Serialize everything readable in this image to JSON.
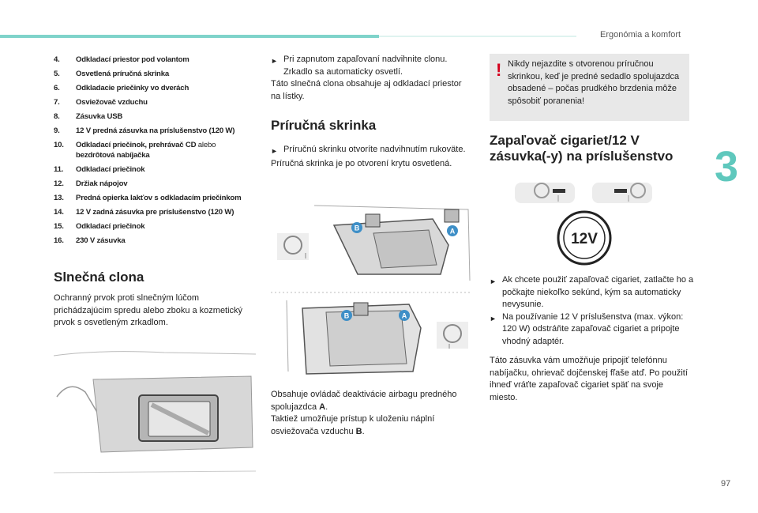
{
  "header": {
    "section_title": "Ergonómia a komfort",
    "chapter_number": "3",
    "page_number": "97"
  },
  "features_list": [
    {
      "num": "4.",
      "text": "Odkladací priestor pod volantom"
    },
    {
      "num": "5.",
      "text": "Osvetlená príručná skrinka"
    },
    {
      "num": "6.",
      "text": "Odkladacie priečinky vo dverách"
    },
    {
      "num": "7.",
      "text": "Osviežovač vzduchu"
    },
    {
      "num": "8.",
      "text": "Zásuvka USB"
    },
    {
      "num": "9.",
      "text": "12 V predná zásuvka na príslušenstvo (120 W)"
    },
    {
      "num": "10.",
      "text": "Odkladací priečinok, prehrávač CD",
      "extra": " alebo",
      "text2": "bezdrôtová nabíjačka"
    },
    {
      "num": "11.",
      "text": "Odkladací priečinok"
    },
    {
      "num": "12.",
      "text": "Držiak nápojov"
    },
    {
      "num": "13.",
      "text": "Predná opierka lakťov s odkladacím priečinkom"
    },
    {
      "num": "14.",
      "text": "12 V zadná zásuvka pre príslušenstvo (120 W)"
    },
    {
      "num": "15.",
      "text": "Odkladací priečinok"
    },
    {
      "num": "16.",
      "text": "230 V zásuvka"
    }
  ],
  "sun_visor": {
    "heading": "Slnečná clona",
    "text": "Ochranný prvok proti slnečným lúčom prichádzajúcim spredu alebo zboku a kozmetický prvok s osvetleným zrkadlom.",
    "bullet": "Pri zapnutom zapaľovaní nadvihnite clonu. Zrkadlo sa automaticky osvetlí.",
    "text2": "Táto slnečná clona obsahuje aj odkladací priestor na lístky."
  },
  "glovebox": {
    "heading": "Príručná skrinka",
    "bullet": "Príručnú skrinku otvoríte nadvihnutím rukoväte.",
    "text": "Príručná skrinka je po otvorení krytu osvetlená.",
    "bottom_text_a": "Obsahuje ovládač deaktivácie airbagu predného spolujazdca ",
    "label_a": "A",
    "bottom_text_b": "Taktiež umožňuje prístup k uloženiu náplní osviežovača vzduchu ",
    "label_b": "B",
    "dot": "."
  },
  "warning": {
    "mark": "!",
    "text": "Nikdy nejazdite s otvorenou príručnou skrinkou, keď je predné sedadlo spolujazdca obsadené – počas prudkého brzdenia môže spôsobiť poranenia!"
  },
  "lighter": {
    "heading_line1": "Zapaľovač cigariet/12 V",
    "heading_line2": "zásuvka(-y) na príslušenstvo",
    "socket_label": "12V",
    "bullet1": "Ak chcete použiť zapaľovač cigariet, zatlačte ho a počkajte niekoľko sekúnd, kým sa automaticky nevysunie.",
    "bullet2": "Na používanie 12 V príslušenstva (max. výkon: 120 W) odstráňte zapaľovač cigariet a pripojte vhodný adaptér.",
    "text": "Táto zásuvka vám umožňuje pripojiť telefónnu nabíjačku, ohrievač dojčenskej fľaše atď. Po použití ihneď vráťte zapaľovač cigariet späť na svoje miesto."
  },
  "bullet_marker": "",
  "colors": {
    "accent": "#7fd3ca",
    "chapter": "#5fc8bd",
    "badge": "#3e8fc7",
    "warning_red": "#d4001c"
  }
}
